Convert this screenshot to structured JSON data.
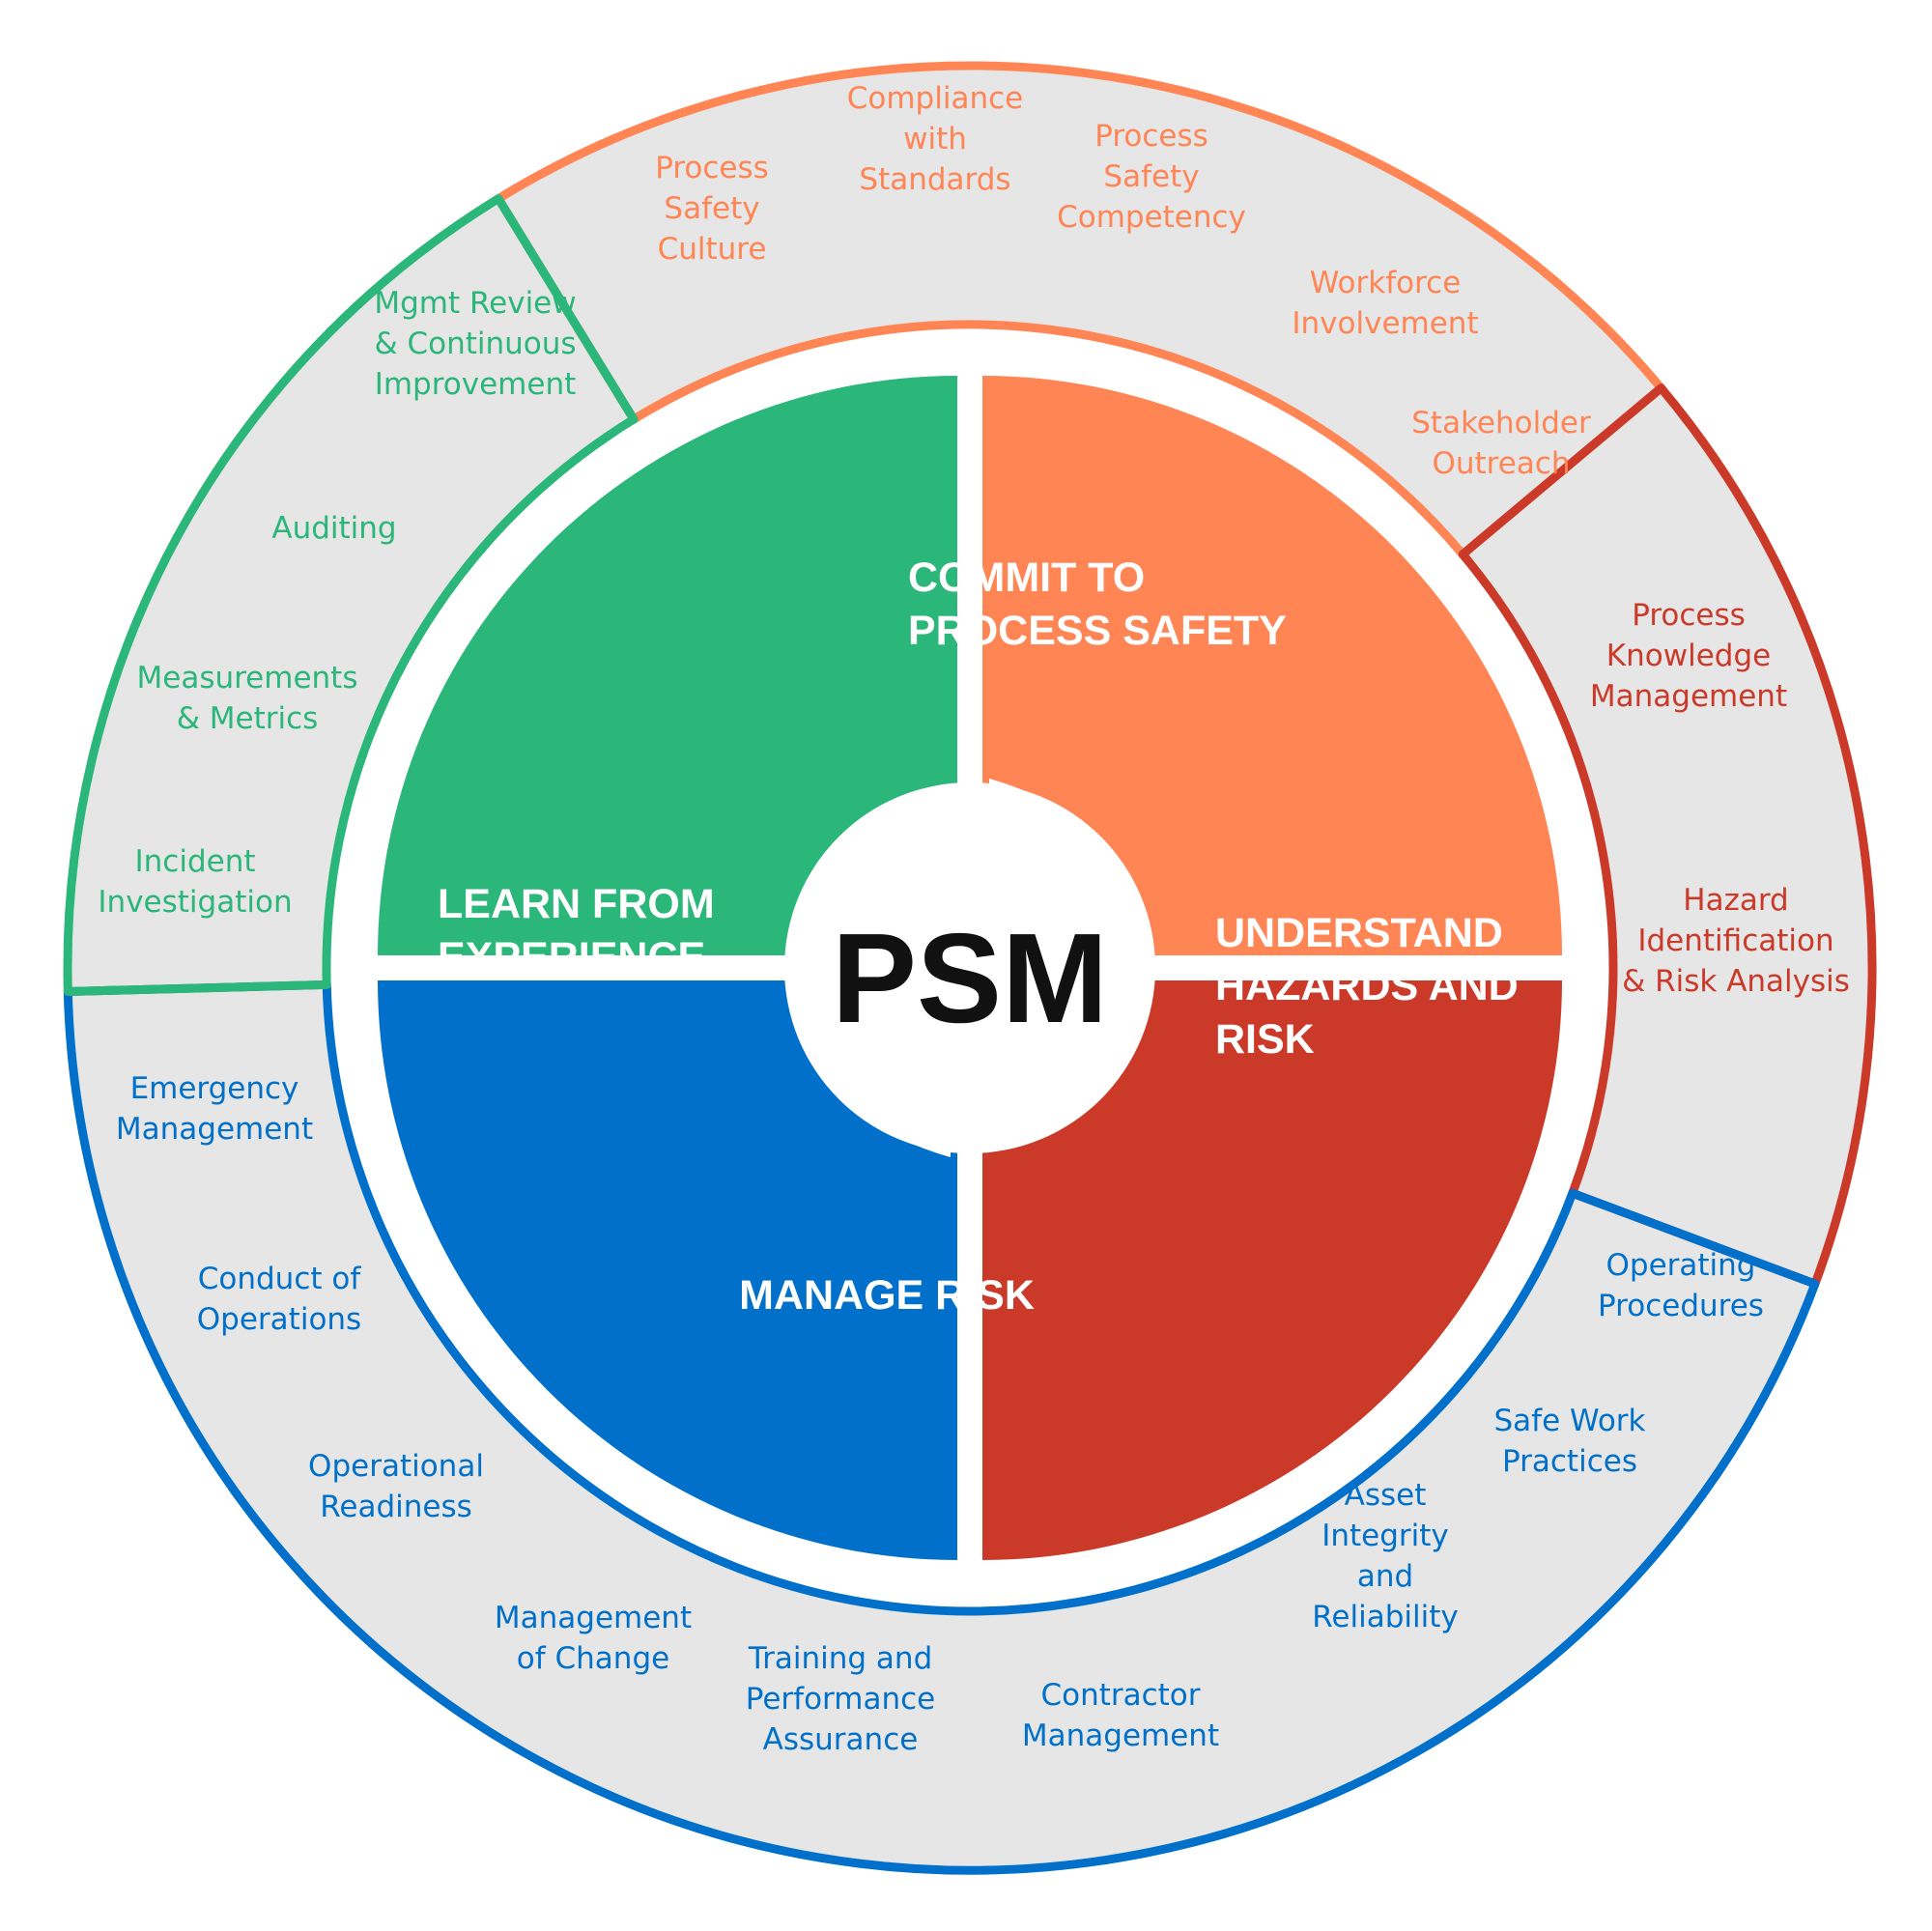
{
  "center_label": "PSM",
  "colors": {
    "commit": "#FF8555",
    "understand": "#CB3929",
    "manage": "#0070CA",
    "learn": "#2BB67A",
    "ring_fill": "#E6E6E6",
    "background": "#FFFFFF"
  },
  "pillars": {
    "commit": {
      "lines": [
        "COMMIT TO",
        "PROCESS SAFETY"
      ],
      "color": "#FF8555"
    },
    "understand": {
      "lines": [
        "UNDERSTAND",
        "HAZARDS AND",
        "RISK"
      ],
      "color": "#CB3929"
    },
    "manage": {
      "lines": [
        "MANAGE RISK"
      ],
      "color": "#0070CA"
    },
    "learn": {
      "lines": [
        "LEARN FROM",
        "EXPERIENCE"
      ],
      "color": "#2BB67A"
    }
  },
  "elements": {
    "commit": [
      {
        "key": "process-safety-culture",
        "lines": [
          "Process",
          "Safety",
          "Culture"
        ]
      },
      {
        "key": "compliance-with-standards",
        "lines": [
          "Compliance",
          "with",
          "Standards"
        ]
      },
      {
        "key": "process-safety-competency",
        "lines": [
          "Process",
          "Safety",
          "Competency"
        ]
      },
      {
        "key": "workforce-involvement",
        "lines": [
          "Workforce",
          "Involvement"
        ]
      },
      {
        "key": "stakeholder-outreach",
        "lines": [
          "Stakeholder",
          "Outreach"
        ]
      }
    ],
    "understand": [
      {
        "key": "process-knowledge-management",
        "lines": [
          "Process",
          "Knowledge",
          "Management"
        ]
      },
      {
        "key": "hazard-identification-risk-analysis",
        "lines": [
          "Hazard",
          "Identification",
          "& Risk Analysis"
        ]
      }
    ],
    "manage": [
      {
        "key": "operating-procedures",
        "lines": [
          "Operating",
          "Procedures"
        ]
      },
      {
        "key": "safe-work-practices",
        "lines": [
          "Safe Work",
          "Practices"
        ]
      },
      {
        "key": "asset-integrity-reliability",
        "lines": [
          "Asset",
          "Integrity",
          "and",
          "Reliability"
        ]
      },
      {
        "key": "contractor-management",
        "lines": [
          "Contractor",
          "Management"
        ]
      },
      {
        "key": "training-performance-assurance",
        "lines": [
          "Training and",
          "Performance",
          "Assurance"
        ]
      },
      {
        "key": "management-of-change",
        "lines": [
          "Management",
          "of Change"
        ]
      },
      {
        "key": "operational-readiness",
        "lines": [
          "Operational",
          "Readiness"
        ]
      },
      {
        "key": "conduct-of-operations",
        "lines": [
          "Conduct of",
          "Operations"
        ]
      },
      {
        "key": "emergency-management",
        "lines": [
          "Emergency",
          "Management"
        ]
      }
    ],
    "learn": [
      {
        "key": "incident-investigation",
        "lines": [
          "Incident",
          "Investigation"
        ]
      },
      {
        "key": "measurements-metrics",
        "lines": [
          "Measurements",
          "& Metrics"
        ]
      },
      {
        "key": "auditing",
        "lines": [
          "Auditing"
        ]
      },
      {
        "key": "mgmt-review-continuous-improvement",
        "lines": [
          "Mgmt Review",
          "& Continuous",
          "Improvement"
        ]
      }
    ]
  }
}
